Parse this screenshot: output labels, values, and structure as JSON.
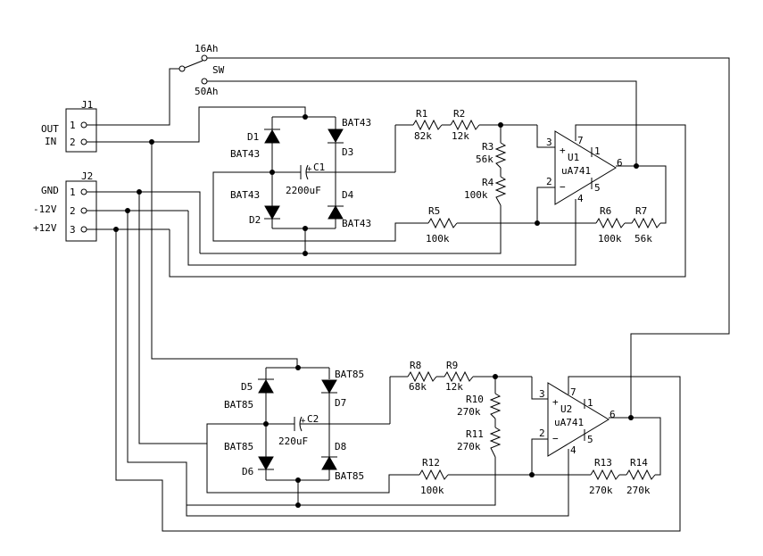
{
  "switch": {
    "label": "SW",
    "pos_top": "16Ah",
    "pos_bottom": "50Ah"
  },
  "j1": {
    "ref": "J1",
    "pin1": "1",
    "pin2": "2",
    "label_out": "OUT",
    "label_in": "IN"
  },
  "j2": {
    "ref": "J2",
    "pin1": "1",
    "pin2": "2",
    "pin3": "3",
    "label_gnd": "GND",
    "label_neg": "-12V",
    "label_pos": "+12V"
  },
  "top": {
    "d1": "D1",
    "d2": "D2",
    "d3": "D3",
    "d4": "D4",
    "d1_part": "BAT43",
    "d2_part": "BAT43",
    "d3_part": "BAT43",
    "d4_part": "BAT43",
    "c1": "C1",
    "c1_val": "2200uF",
    "r1": "R1",
    "r1_val": "82k",
    "r2": "R2",
    "r2_val": "12k",
    "r3": "R3",
    "r3_val": "56k",
    "r4": "R4",
    "r4_val": "100k",
    "r5": "R5",
    "r5_val": "100k",
    "r6": "R6",
    "r6_val": "100k",
    "r7": "R7",
    "r7_val": "56k",
    "u": "U1",
    "u_part": "uA741",
    "pin3": "3",
    "pin2": "2",
    "pin7": "7",
    "pin1": "1",
    "pin4": "4",
    "pin5": "5",
    "pin6": "6",
    "plus": "+",
    "minus": "−"
  },
  "bottom": {
    "d5": "D5",
    "d6": "D6",
    "d7": "D7",
    "d8": "D8",
    "d5_part": "BAT85",
    "d6_part": "BAT85",
    "d7_part": "BAT85",
    "d8_part": "BAT85",
    "c2": "C2",
    "c2_val": "220uF",
    "r8": "R8",
    "r8_val": "68k",
    "r9": "R9",
    "r9_val": "12k",
    "r10": "R10",
    "r10_val": "270k",
    "r11": "R11",
    "r11_val": "270k",
    "r12": "R12",
    "r12_val": "100k",
    "r13": "R13",
    "r13_val": "270k",
    "r14": "R14",
    "r14_val": "270k",
    "u": "U2",
    "u_part": "uA741",
    "pin3": "3",
    "pin2": "2",
    "pin7": "7",
    "pin1": "1",
    "pin4": "4",
    "pin5": "5",
    "pin6": "6",
    "plus": "+",
    "minus": "−"
  }
}
